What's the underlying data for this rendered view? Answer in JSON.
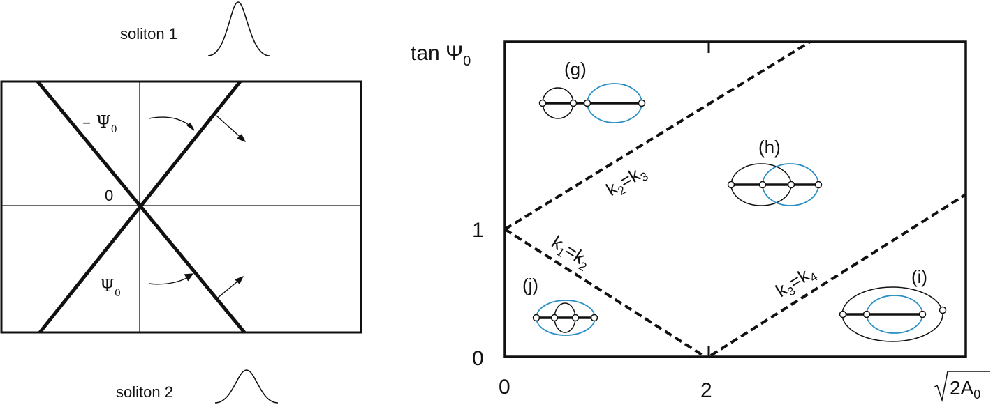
{
  "left_panel": {
    "soliton_top_label": "soliton 1",
    "soliton_bottom_label": "soliton 2",
    "origin_label": "0",
    "angle_neg_label": "– Ψ",
    "angle_pos_label": "Ψ",
    "angle_sub": "0"
  },
  "right_panel": {
    "y_axis_label": "tan Ψ",
    "y_axis_sub": "0",
    "y_tick_labels": [
      "1",
      "0"
    ],
    "x_tick_labels": [
      "0",
      "2"
    ],
    "x_axis_label": "2A",
    "x_axis_sub": "0",
    "lines": [
      {
        "label_a": "k",
        "sub_a": "2",
        "label_b": "=k",
        "sub_b": "3"
      },
      {
        "label_a": "k",
        "sub_a": "1",
        "label_b": "=k",
        "sub_b": "2"
      },
      {
        "label_a": "k",
        "sub_a": "3",
        "label_b": "=k",
        "sub_b": "4"
      }
    ],
    "regions": [
      "(g)",
      "(h)",
      "(j)",
      "(i)"
    ],
    "colors": {
      "black_curve": "#111111",
      "blue_curve": "#2a8fc4"
    }
  }
}
